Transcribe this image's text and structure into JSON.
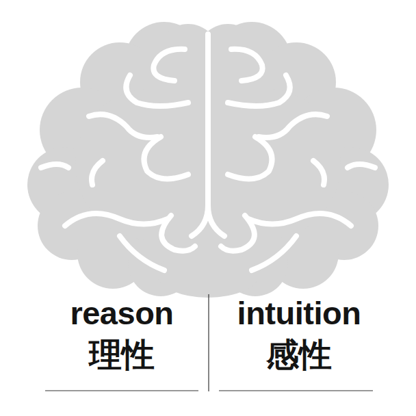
{
  "diagram": {
    "labels": [
      "reason",
      "理性",
      "intuition",
      "感性"
    ]
  }
}
